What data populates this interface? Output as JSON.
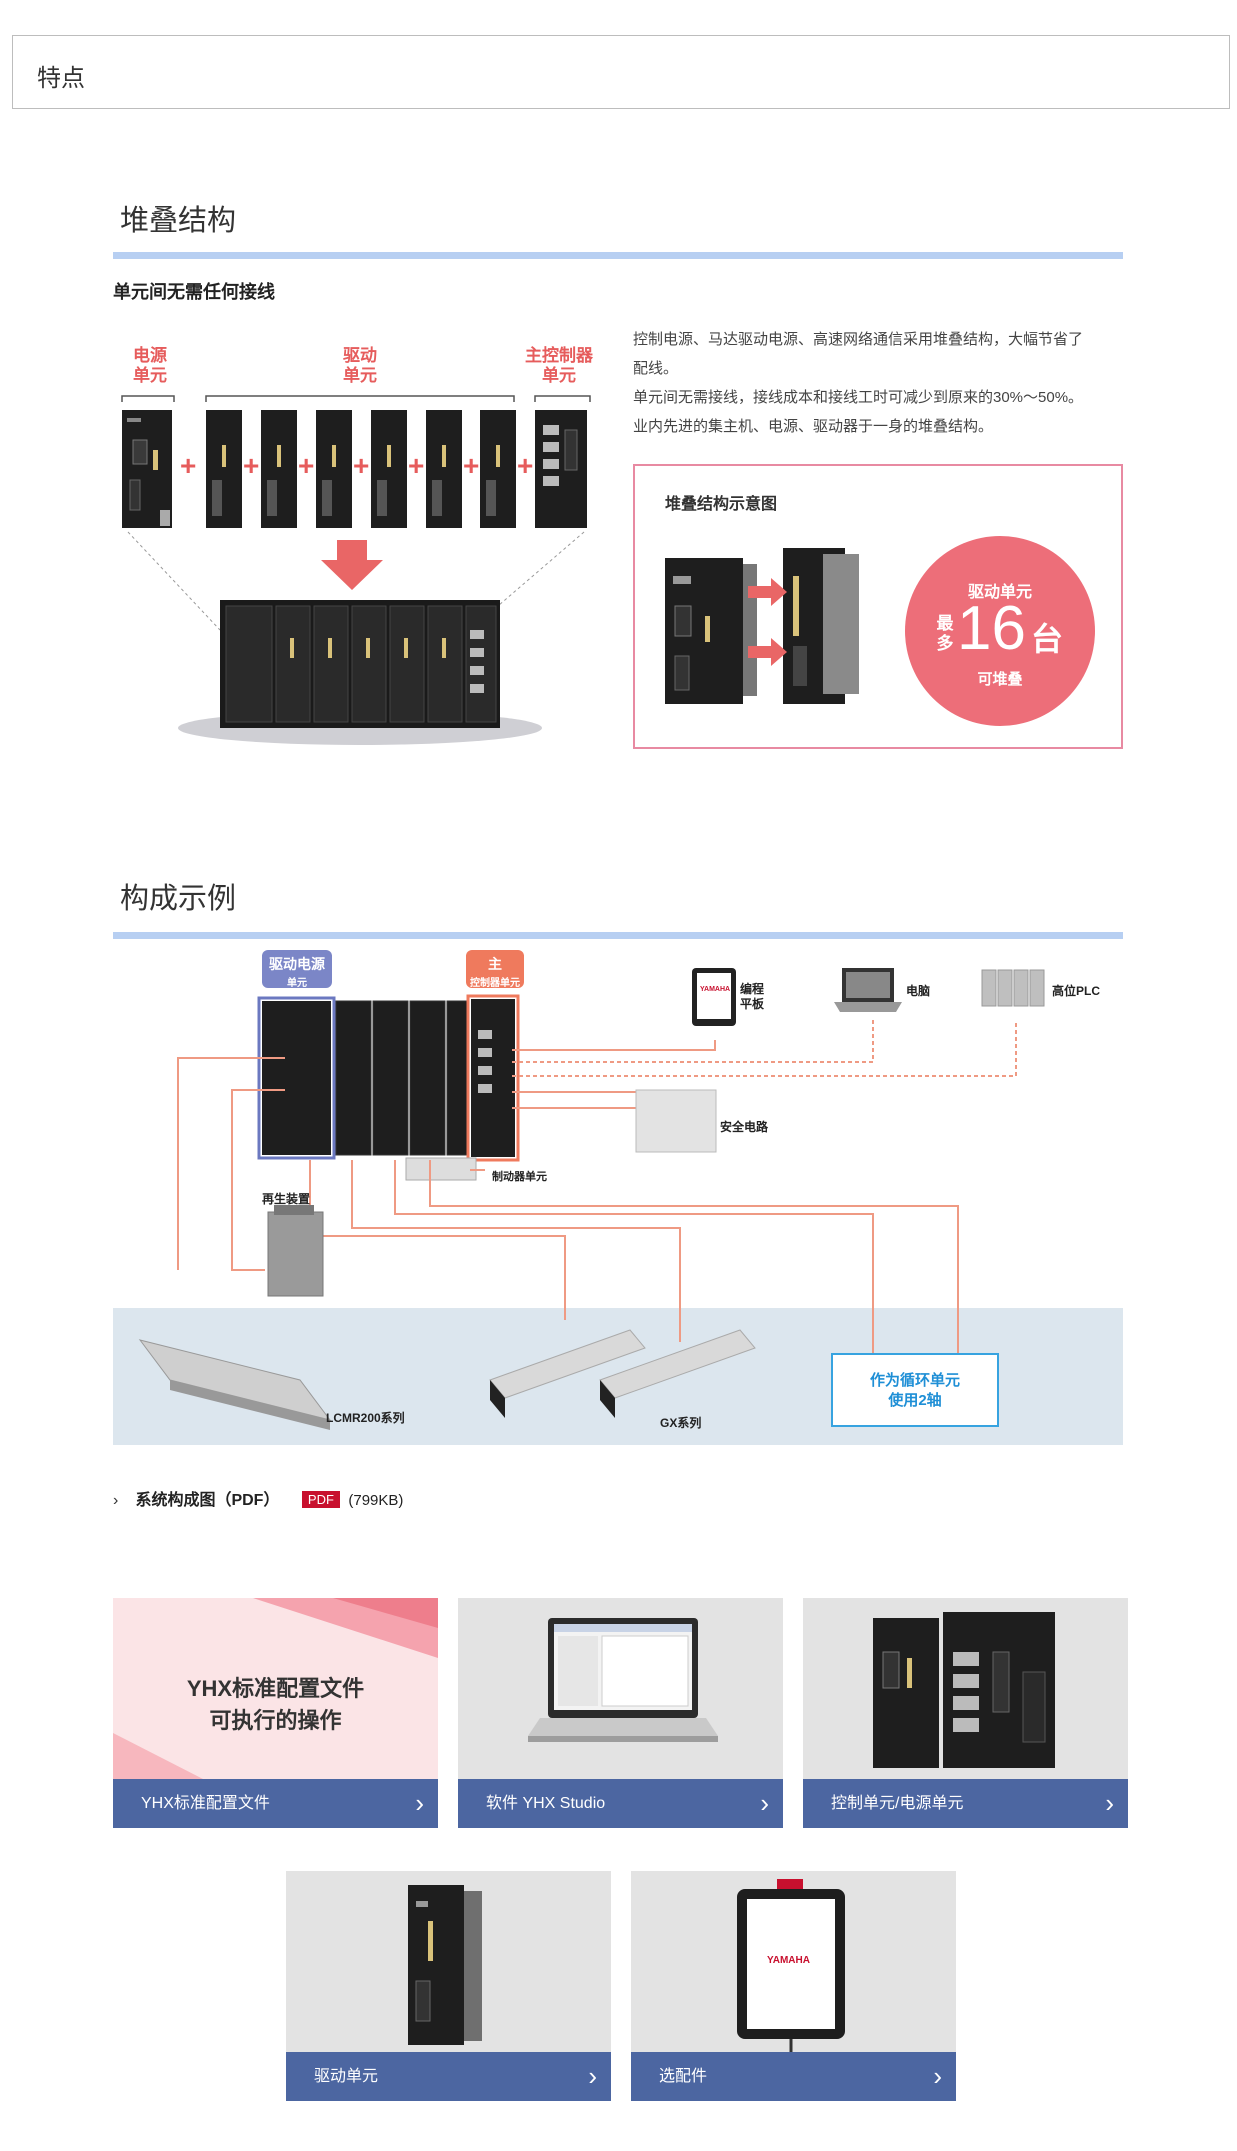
{
  "feature_tab": {
    "label": "特点"
  },
  "stack_section": {
    "title": "堆叠结构",
    "subtitle": "单元间无需任何接线",
    "labels": {
      "power_unit": [
        "电源",
        "单元"
      ],
      "drive_unit": [
        "驱动",
        "单元"
      ],
      "master_unit": [
        "主控制器",
        "单元"
      ]
    },
    "description": [
      "控制电源、马达驱动电源、高速网络通信采用堆叠结构，大幅节省了",
      "配线。",
      "单元间无需接线，接线成本和接线工时可减少到原来的30%～50%。",
      "业内先进的集主机、电源、驱动器于一身的堆叠结构。"
    ],
    "diagram_box": {
      "title": "堆叠结构示意图",
      "badge_top": "驱动单元",
      "badge_prefix": "最多",
      "badge_number": "16",
      "badge_unit": "台",
      "badge_bottom": "可堆叠"
    }
  },
  "config_section": {
    "title": "构成示例",
    "pill_left": {
      "big": "驱动电源",
      "small": "单元"
    },
    "pill_right": {
      "big": "主",
      "small": "控制器单元"
    },
    "labels": {
      "tablet": [
        "编程",
        "平板"
      ],
      "pc": "电脑",
      "plc": "高位PLC",
      "safety": "安全电路",
      "brake": "制动器单元",
      "regen": "再生装置",
      "lcmr": "LCMR200系列",
      "gx": "GX系列"
    },
    "cycle_box": [
      "作为循环单元",
      "使用2轴"
    ],
    "tablet_brand": "YAMAHA"
  },
  "pdf_link": {
    "title": "系统构成图（PDF）",
    "badge": "PDF",
    "size": "(799KB)"
  },
  "cards": [
    {
      "label": "YHX标准配置文件",
      "image_text": [
        "YHX标准配置文件",
        "可执行的操作"
      ]
    },
    {
      "label": "软件 YHX Studio"
    },
    {
      "label": "控制单元/电源单元"
    },
    {
      "label": "驱动单元"
    },
    {
      "label": "选配件",
      "image_text": [
        "YAMAHA"
      ]
    }
  ],
  "colors": {
    "accent_blue": "#b7cff2",
    "card_bar": "#4c66a1",
    "badge_red": "#ed6e79",
    "label_red": "#e65c5c",
    "box_pink": "#e88aa2",
    "cycle_blue": "#37a3e0",
    "pill_blue": "#7b86c7",
    "pill_orange": "#ef7a5d",
    "pdf_red": "#c8102e"
  }
}
